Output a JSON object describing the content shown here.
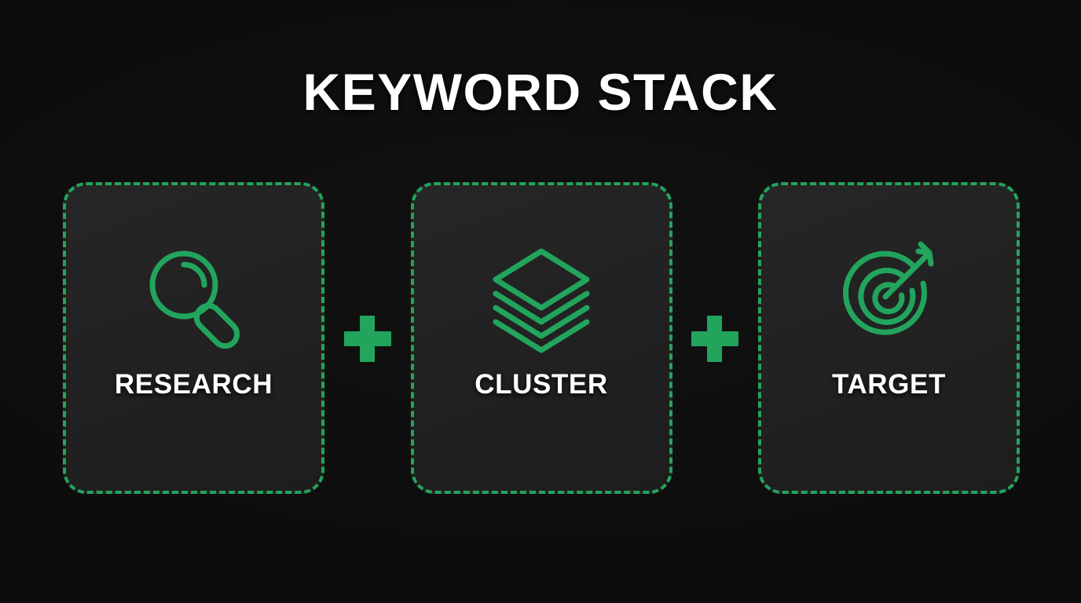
{
  "page": {
    "title": "KEYWORD STACK",
    "background_color": "#0d0d0d",
    "accent_color": "#22a45d",
    "card_fill_color": "#222222",
    "text_color": "#ffffff"
  },
  "separators": [
    {
      "symbol": "+",
      "name": "plus-separator-1"
    },
    {
      "symbol": "+",
      "name": "plus-separator-2"
    }
  ],
  "cards": [
    {
      "label": "RESEARCH",
      "icon": "magnifier-icon",
      "border_style": "dashed",
      "border_color": "#22a45d"
    },
    {
      "label": "CLUSTER",
      "icon": "layers-icon",
      "border_style": "dashed",
      "border_color": "#22a45d"
    },
    {
      "label": "TARGET",
      "icon": "target-arrow-icon",
      "border_style": "dashed",
      "border_color": "#22a45d"
    }
  ]
}
